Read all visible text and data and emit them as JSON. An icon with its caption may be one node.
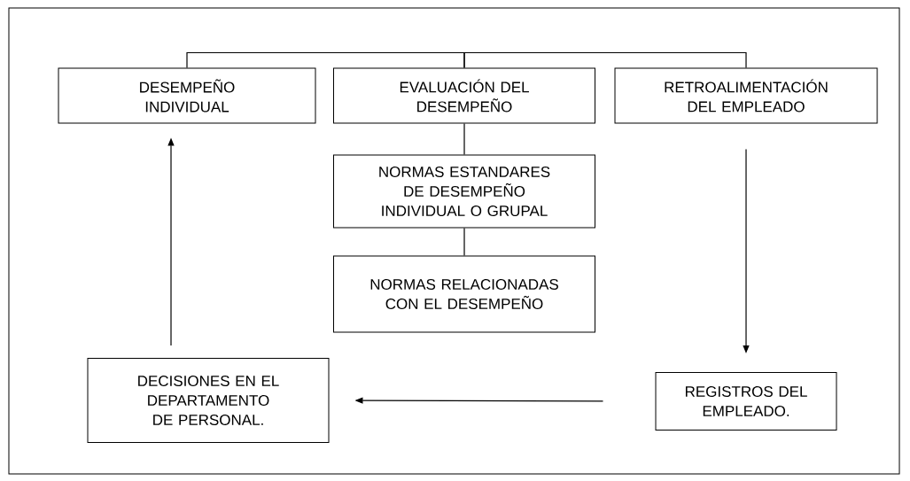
{
  "diagram": {
    "nodes": [
      {
        "text": [
          "DESEMPEÑO INDIVIDUAL"
        ]
      },
      {
        "text": [
          "EVALUACIÓN DEL DESEMPEÑO"
        ]
      },
      {
        "text": [
          "RETROALIMENTACIÓN DEL EMPLEADO"
        ]
      },
      {
        "text": [
          "NORMAS ESTANDARES DE DESEMPEÑO INDIVIDUAL O GRUPAL"
        ]
      },
      {
        "text": [
          "NORMAS RELACIONADAS CON EL DESEMPEÑO"
        ]
      },
      {
        "text": [
          "DECISIONES EN EL DEPARTAMENTO DE PERSONAL."
        ]
      },
      {
        "text": [
          "REGISTROS DEL EMPLEADO."
        ]
      }
    ],
    "edges": [
      {
        "from": 1,
        "to": 0,
        "arrow": "none"
      },
      {
        "from": 1,
        "to": 2,
        "arrow": "none"
      },
      {
        "from": 1,
        "to": 3,
        "arrow": "none"
      },
      {
        "from": 3,
        "to": 4,
        "arrow": "none"
      },
      {
        "from": 2,
        "to": 6,
        "arrow": "to"
      },
      {
        "from": 6,
        "to": 5,
        "arrow": "to"
      },
      {
        "from": 5,
        "to": 0,
        "arrow": "to"
      }
    ]
  }
}
